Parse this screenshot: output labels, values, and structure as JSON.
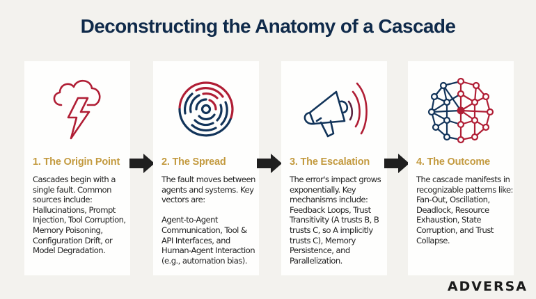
{
  "title": "Deconstructing the Anatomy of a Cascade",
  "colors": {
    "background": "#f3f2ee",
    "card": "#fefefd",
    "title": "#0f2a4a",
    "heading": "#c39a3f",
    "accent_red": "#b01e35",
    "accent_navy": "#12345a",
    "arrow": "#1f1f1f"
  },
  "stages": [
    {
      "icon": "storm-cloud-lightning-icon",
      "heading": "1. The Origin Point",
      "body": "Cascades begin with a single fault. Common sources include: Hallucinations, Prompt Injection, Tool Corruption, Memory Poisoning, Configuration Drift, or Model Degradation."
    },
    {
      "icon": "concentric-ripple-icon",
      "heading": "2. The Spread",
      "body": "The fault moves between agents and systems. Key vectors are:\n\nAgent-to-Agent Communication, Tool & API Interfaces, and Human-Agent Interaction (e.g., automation bias)."
    },
    {
      "icon": "megaphone-icon",
      "heading": "3. The Escalation",
      "body": "The error's impact grows exponentially. Key mechanisms include: Feedback Loops, Trust Transitivity (A trusts B, B trusts C, so A implicitly trusts C), Memory Persistence, and Parallelization."
    },
    {
      "icon": "network-graph-icon",
      "heading": "4. The Outcome",
      "body": "The cascade manifests in recognizable patterns like: Fan-Out, Oscillation, Deadlock, Resource Exhaustion, State Corruption, and Trust Collapse."
    }
  ],
  "arrows": [
    "right-arrow-icon",
    "right-arrow-icon",
    "right-arrow-icon"
  ],
  "logo": "ADVERSA"
}
